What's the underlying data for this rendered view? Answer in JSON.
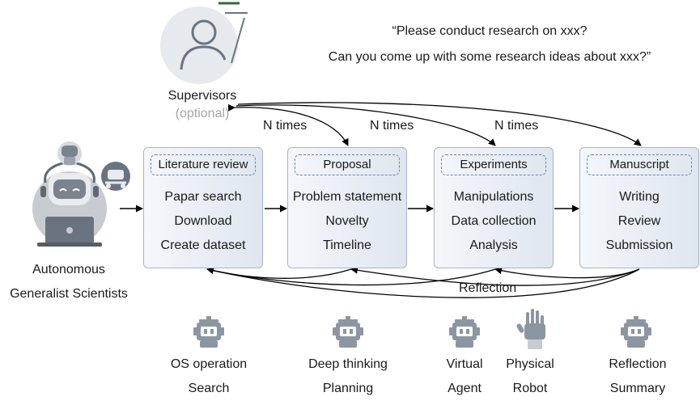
{
  "quote": {
    "line1": "“Please conduct research on xxx?",
    "line2": "Can you come up with some research ideas about xxx?”"
  },
  "supervisors": {
    "label": "Supervisors",
    "note": "(optional)"
  },
  "agent": {
    "line1": "Autonomous",
    "line2": "Generalist Scientists"
  },
  "stages": [
    {
      "title": "Literature review",
      "items": [
        "Papar search",
        "Download",
        "Create dataset"
      ]
    },
    {
      "title": "Proposal",
      "items": [
        "Problem statement",
        "Novelty",
        "Timeline"
      ]
    },
    {
      "title": "Experiments",
      "items": [
        "Manipulations",
        "Data collection",
        "Analysis"
      ]
    },
    {
      "title": "Manuscript",
      "items": [
        "Writing",
        "Review",
        "Submission"
      ]
    }
  ],
  "loops": [
    "N times",
    "N times",
    "N times"
  ],
  "reflection": "Reflection",
  "tools": [
    {
      "icon": "robot-icon",
      "line1": "OS operation",
      "line2": "Search"
    },
    {
      "icon": "robot-icon",
      "line1": "Deep thinking",
      "line2": "Planning"
    },
    {
      "icon": "robot-icon",
      "line1": "Virtual",
      "line2": "Agent"
    },
    {
      "icon": "robotic-hand-icon",
      "line1": "Physical",
      "line2": "Robot"
    },
    {
      "icon": "robot-icon",
      "line1": "Reflection",
      "line2": "Summary"
    }
  ],
  "colors": {
    "accent_green": "#2f6b3f",
    "box_border": "#a8b4c4",
    "dashed_border": "#6f84a2",
    "icon_gray": "#8c96a3",
    "arrow": "#000000"
  }
}
